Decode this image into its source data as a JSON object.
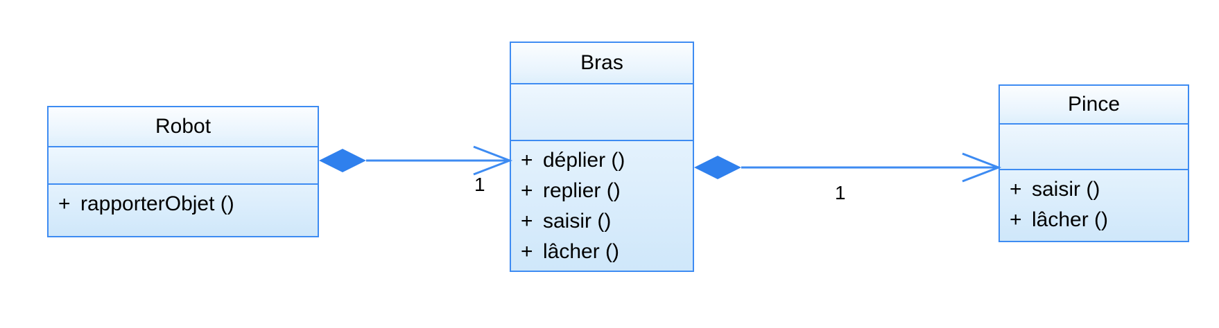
{
  "diagram": {
    "kind": "uml-class-diagram",
    "background_color": "#ffffff",
    "line_color": "#3d8bf2",
    "fill_color": "#cfe7fa",
    "border_color": "#3d8bf2",
    "diamond_color": "#2f80ed",
    "text_color": "#000000"
  },
  "classes": {
    "robot": {
      "name": "Robot",
      "attributes": [],
      "methods": [
        {
          "visibility": "+",
          "signature": "rapporterObjet ()"
        }
      ]
    },
    "bras": {
      "name": "Bras",
      "attributes": [],
      "methods": [
        {
          "visibility": "+",
          "signature": "déplier ()"
        },
        {
          "visibility": "+",
          "signature": "replier ()"
        },
        {
          "visibility": "+",
          "signature": "saisir ()"
        },
        {
          "visibility": "+",
          "signature": "lâcher ()"
        }
      ]
    },
    "pince": {
      "name": "Pince",
      "attributes": [],
      "methods": [
        {
          "visibility": "+",
          "signature": "saisir ()"
        },
        {
          "visibility": "+",
          "signature": "lâcher ()"
        }
      ]
    }
  },
  "relationships": [
    {
      "id": "robot-bras",
      "type": "composition",
      "source": "Robot",
      "target": "Bras",
      "source_multiplicity": "",
      "target_multiplicity": "1"
    },
    {
      "id": "bras-pince",
      "type": "composition",
      "source": "Bras",
      "target": "Pince",
      "source_multiplicity": "",
      "target_multiplicity": "1"
    }
  ]
}
